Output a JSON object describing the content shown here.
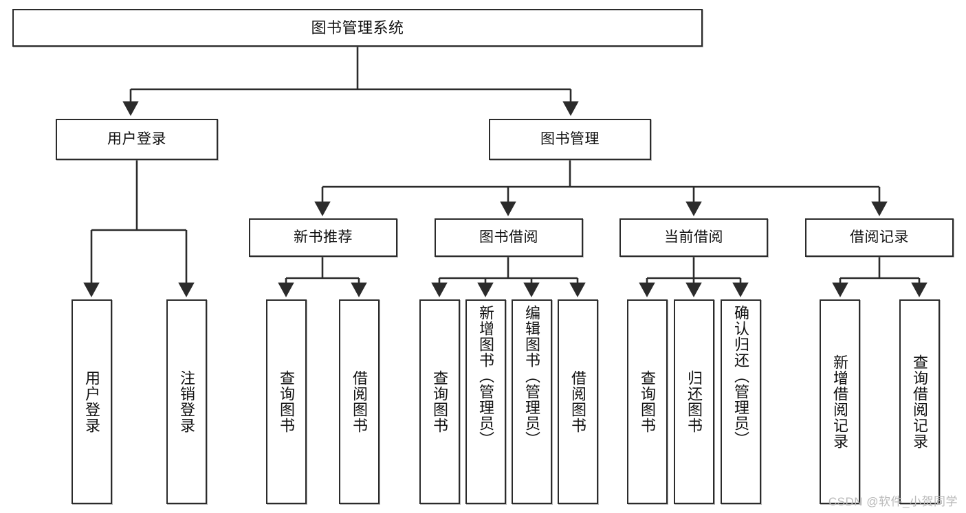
{
  "diagram": {
    "title": "图书管理系统",
    "type": "hierarchy-tree",
    "watermark": "CSDN @软件_小贺同学",
    "colors": {
      "box_border": "#2b2b2b",
      "box_fill": "#ffffff",
      "connector": "#2b2b2b",
      "watermark": "#b9b9b9"
    },
    "levels": {
      "level1": [
        "图书管理系统"
      ],
      "level2": [
        "用户登录",
        "图书管理"
      ],
      "level3": [
        "新书推荐",
        "图书借阅",
        "当前借阅",
        "借阅记录"
      ],
      "level4_user_login": [
        "用户登录",
        "注销登录"
      ],
      "level4_new_books": [
        "查询图书",
        "借阅图书"
      ],
      "level4_borrow": [
        "查询图书",
        "新增图书（管理员）",
        "编辑图书（管理员）",
        "借阅图书"
      ],
      "level4_current": [
        "查询图书",
        "归还图书",
        "确认归还（管理员）"
      ],
      "level4_records": [
        "新增借阅记录",
        "查询借阅记录"
      ]
    },
    "nodes": {
      "root": "图书管理系统",
      "user_login": "用户登录",
      "book_manage": "图书管理",
      "new_book_rec": "新书推荐",
      "book_borrow": "图书借阅",
      "current_borrow": "当前借阅",
      "borrow_record": "借阅记录",
      "leaf_user_login": "用户登录",
      "leaf_logout": "注销登录",
      "leaf_query_book_1": "查询图书",
      "leaf_borrow_book_1": "借阅图书",
      "leaf_query_book_2": "查询图书",
      "leaf_add_book_admin": "新增图书（管理员）",
      "leaf_edit_book_admin": "编辑图书（管理员）",
      "leaf_borrow_book_2": "借阅图书",
      "leaf_query_book_3": "查询图书",
      "leaf_return_book": "归还图书",
      "leaf_confirm_return_admin": "确认归还（管理员）",
      "leaf_add_record": "新增借阅记录",
      "leaf_query_record": "查询借阅记录"
    }
  }
}
